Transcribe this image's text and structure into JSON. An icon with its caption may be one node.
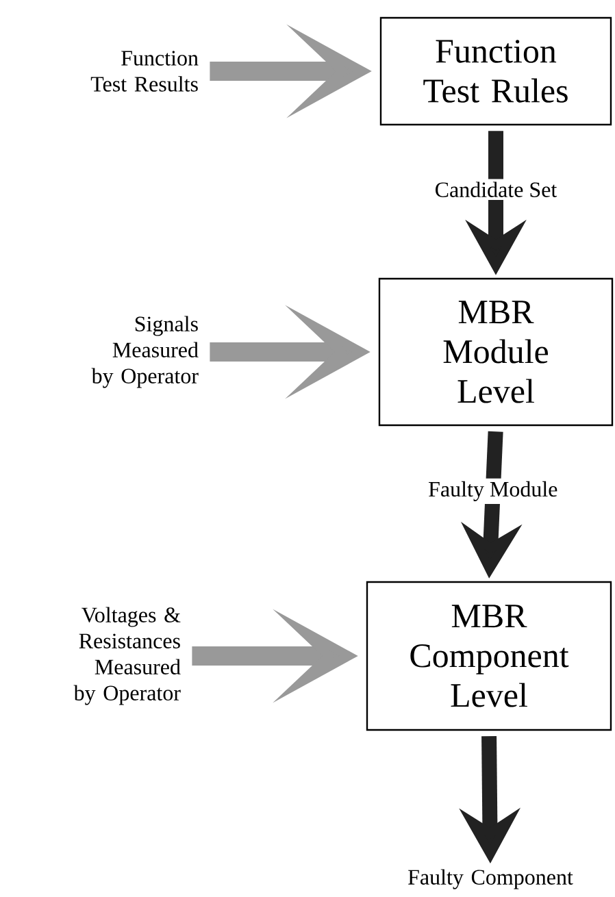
{
  "diagram": {
    "nodes": [
      {
        "text": [
          "Function Test Results"
        ]
      },
      {
        "text": [
          "Function Test Rules"
        ]
      },
      {
        "text": [
          "Signals Measured by Operator"
        ]
      },
      {
        "text": [
          "MBR Module Level"
        ]
      },
      {
        "text": [
          "Voltages & Resistances Measured by Operator"
        ]
      },
      {
        "text": [
          "MBR Component Level"
        ]
      },
      {
        "text": [
          "Faulty Component"
        ]
      }
    ],
    "edges": [
      {
        "from": 0,
        "to": 1,
        "arrow": "to",
        "color": "#999999"
      },
      {
        "from": 1,
        "to": 3,
        "arrow": "to",
        "label": "Candidate Set",
        "color": "#222222"
      },
      {
        "from": 2,
        "to": 3,
        "arrow": "to",
        "color": "#999999"
      },
      {
        "from": 3,
        "to": 5,
        "arrow": "to",
        "label": "Faulty Module",
        "color": "#222222"
      },
      {
        "from": 4,
        "to": 5,
        "arrow": "to",
        "color": "#999999"
      },
      {
        "from": 5,
        "to": 6,
        "arrow": "to",
        "color": "#222222"
      }
    ]
  }
}
